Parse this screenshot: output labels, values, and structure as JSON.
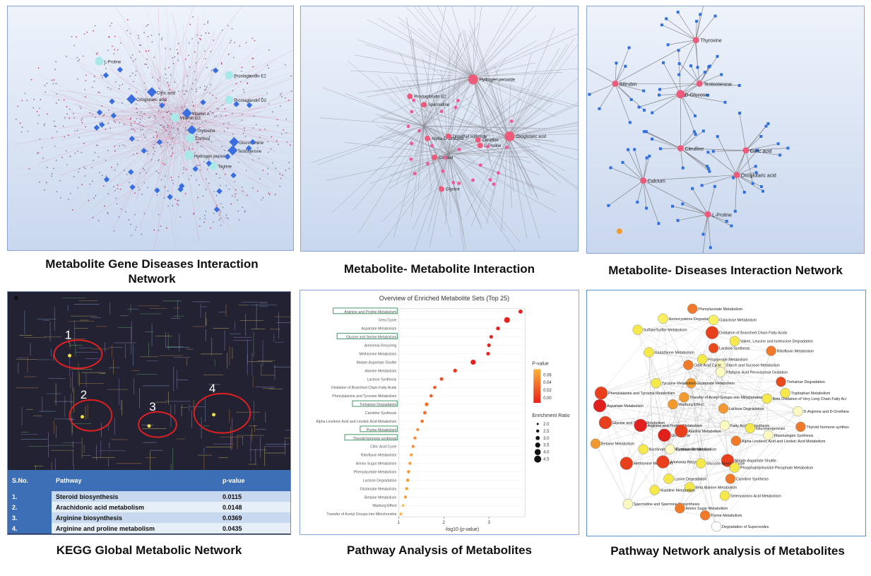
{
  "captions": {
    "p1": "Metabolite Gene Diseases Interaction Network",
    "p2": "Metabolite- Metabolite Interaction",
    "p3": "Metabolite- Diseases Interaction Network",
    "p4": "KEGG Global Metabolic Network",
    "p5": "Pathway Analysis of Metabolites",
    "p6": "Pathway Network analysis of Metabolites"
  },
  "panel1_labels": [
    "L-Proline",
    "Citric acid",
    "Prostaglandin E2",
    "Oxoglutaric acid",
    "Prostaglandin D2",
    "Vitamin A",
    "Vitamin D3",
    "Thyroxine",
    "Cortisol",
    "Glucosamine",
    "Hydrogen peroxide",
    "Testosterone",
    "Taurine"
  ],
  "panel2_labels": [
    "Hydrogen peroxide",
    "Prostaglandin E2",
    "Spermidine",
    "Oxoglutaric acid",
    "Alpha-D-Glucose",
    "Dimethyl sulfoxide",
    "Citrulline",
    "L-Proline",
    "Cortisol",
    "Glycine"
  ],
  "panel3_labels": [
    "Thyroxine",
    "Bilirubin",
    "Testosterone",
    "D-Glucose",
    "Citrulline",
    "Citric acid",
    "Oxoglutaric acid",
    "Calcium",
    "L-Proline"
  ],
  "kegg": {
    "region_numbers": [
      "1",
      "2",
      "3",
      "4"
    ],
    "table_headers": [
      "S.No.",
      "Pathway",
      "p-value"
    ],
    "rows": [
      {
        "sno": "1.",
        "pathway": "Steroid biosynthesis",
        "p": "0.0115"
      },
      {
        "sno": "2.",
        "pathway": "Arachidonic acid metabolism",
        "p": "0.0148"
      },
      {
        "sno": "3.",
        "pathway": "Arginine biosynthesis",
        "p": "0.0369"
      },
      {
        "sno": "4.",
        "pathway": "Arginine and proline metabolism",
        "p": "0.0435"
      }
    ]
  },
  "chart_data": {
    "type": "scatter",
    "title": "Overview of Enriched Metabolite Sets (Top 25)",
    "xlabel": "-log10 (p-value)",
    "ylabel": "",
    "xticks": [
      "1",
      "2",
      "3"
    ],
    "xlim": [
      1,
      3.8
    ],
    "legend_pvalue_title": "P-value",
    "legend_pvalue_ticks": [
      "0.06",
      "0.04",
      "0.02",
      "0.00"
    ],
    "legend_ratio_title": "Enrichment Ratio",
    "legend_ratio_ticks": [
      "2.0",
      "2.5",
      "3.0",
      "3.5",
      "4.0",
      "4.5"
    ],
    "categories": [
      "Arginine and Proline Metabolism",
      "Urea Cycle",
      "Aspartate Metabolism",
      "Glycine and Serine Metabolism",
      "Ammonia Recycling",
      "Methionine Metabolism",
      "Malate-Aspartate Shuttle",
      "Alanine Metabolism",
      "Lactose Synthesis",
      "Oxidation of Branched Chain Fatty Acids",
      "Phenylalanine and Tyrosine Metabolism",
      "Trehalose Degradation",
      "Carnitine Synthesis",
      "Alpha Linolenic Acid and Linoleic Acid Metabolism",
      "Purine Metabolism",
      "Thyroid hormone synthesis",
      "Citric Acid Cycle",
      "Riboflavin Metabolism",
      "Amino Sugar Metabolism",
      "Phenylacetate Metabolism",
      "Lactose Degradation",
      "Glutamate Metabolism",
      "Betaine Metabolism",
      "Warburg Effect",
      "Transfer of Acetyl Groups into Mitochondria"
    ],
    "x": [
      3.7,
      3.4,
      3.2,
      3.05,
      3.0,
      2.98,
      2.65,
      2.25,
      1.95,
      1.8,
      1.72,
      1.62,
      1.58,
      1.52,
      1.42,
      1.36,
      1.32,
      1.28,
      1.25,
      1.22,
      1.2,
      1.18,
      1.15,
      1.1,
      1.05
    ],
    "size": [
      3.2,
      4.5,
      3.0,
      2.8,
      2.8,
      2.8,
      4.0,
      3.0,
      2.8,
      2.6,
      2.6,
      3.0,
      2.8,
      2.6,
      2.2,
      2.4,
      2.3,
      2.4,
      2.4,
      2.6,
      2.6,
      2.4,
      2.4,
      2.0,
      2.2
    ],
    "pvalue": [
      0.0,
      0.0,
      0.0,
      0.0,
      0.0,
      0.0,
      0.0,
      0.01,
      0.02,
      0.03,
      0.03,
      0.04,
      0.04,
      0.04,
      0.05,
      0.05,
      0.05,
      0.06,
      0.06,
      0.06,
      0.06,
      0.06,
      0.06,
      0.07,
      0.07
    ],
    "boxed": [
      "Arginine and Proline Metabolism",
      "Glycine and Serine Metabolism",
      "Trehalose Degradation",
      "Purine Metabolism",
      "Thyroid hormone synthesis"
    ],
    "colors": {
      "high": "#e8201c",
      "low": "#fbb33a"
    }
  },
  "panel6_nodes": [
    {
      "label": "Phenylacetate Metabolism",
      "c": "#f07a2a"
    },
    {
      "label": "Homocysteine Degradation",
      "c": "#f8f060"
    },
    {
      "label": "Galactose Metabolism",
      "c": "#f8f060"
    },
    {
      "label": "Sulfate/Sulfite Metabolism",
      "c": "#f4e84a"
    },
    {
      "label": "Oxidation of Branched Chain Fatty Acids",
      "c": "#e8401c"
    },
    {
      "label": "Valine, Leucine and Isoleucine Degradation",
      "c": "#f4e84a"
    },
    {
      "label": "Lactose Synthesis",
      "c": "#e84a1c"
    },
    {
      "label": "Riboflavin Metabolism",
      "c": "#f07a2a"
    },
    {
      "label": "Glutathione Metabolism",
      "c": "#f4e84a"
    },
    {
      "label": "Propanoate Metabolism",
      "c": "#f4e84a"
    },
    {
      "label": "Starch and Sucrose Metabolism",
      "c": "#fcfac0"
    },
    {
      "label": "Citric Acid Cycle",
      "c": "#f07a2a"
    },
    {
      "label": "Phytanic Acid Peroxisomal Oxidation",
      "c": "#fcfac0"
    },
    {
      "label": "Glutamate Metabolism",
      "c": "#f29a30"
    },
    {
      "label": "Trehalose Degradation",
      "c": "#e84a1c"
    },
    {
      "label": "Tyrosine Metabolism",
      "c": "#f4e84a"
    },
    {
      "label": "Tryptophan Metabolism",
      "c": "#f4e84a"
    },
    {
      "label": "Transfer of Acetyl Groups into Mitochondria",
      "c": "#f29a30"
    },
    {
      "label": "Phenylalanine and Tyrosine Metabolism",
      "c": "#e8401c"
    },
    {
      "label": "Beta Oxidation of Very Long Chain Fatty Aci",
      "c": "#f4e84a"
    },
    {
      "label": "Aspartate Metabolism",
      "c": "#e0201c"
    },
    {
      "label": "Warburg Effect",
      "c": "#f29a30"
    },
    {
      "label": "Lactose Degradation",
      "c": "#f29a30"
    },
    {
      "label": "D-Arginine and D-Ornithine",
      "c": "#fcfac0"
    },
    {
      "label": "Glycine and Serine Metabolism",
      "c": "#e8401c"
    },
    {
      "label": "Arginine and Proline Metabolism",
      "c": "#e0201c"
    },
    {
      "label": "Fatty Acid Biosynthesis",
      "c": "#fcfac0"
    },
    {
      "label": "Thyroid hormone synthes",
      "c": "#f07a2a"
    },
    {
      "label": "Urea Cycle",
      "c": "#e0201c"
    },
    {
      "label": "Alanine Metabolism",
      "c": "#e8401c"
    },
    {
      "label": "Gluconeogenesis",
      "c": "#f4e84a"
    },
    {
      "label": "Plasmalogen Synthesis",
      "c": "#fcfac0"
    },
    {
      "label": "Betaine Metabolism",
      "c": "#f29a30"
    },
    {
      "label": "Nicotinate and Nicotinamide Metabolism",
      "c": "#f4e84a"
    },
    {
      "label": "Cysteine Metabolism",
      "c": "#fcfac0"
    },
    {
      "label": "Alpha Linolenic Acid and Linoleic Acid Metabolism",
      "c": "#f07a2a"
    },
    {
      "label": "Methionine Metabolism",
      "c": "#e8401c"
    },
    {
      "label": "Ammonia Recycling",
      "c": "#e8401c"
    },
    {
      "label": "Malate-Aspartate Shuttle",
      "c": "#e8401c"
    },
    {
      "label": "Glucose-Alanine Cycle",
      "c": "#f4e84a"
    },
    {
      "label": "Phosphatidylinositol Phosphate Metabolism",
      "c": "#f4e84a"
    },
    {
      "label": "Lysine Degradation",
      "c": "#f4e84a"
    },
    {
      "label": "Carnitine Synthesis",
      "c": "#f07a2a"
    },
    {
      "label": "Beta Alanine Metabolism",
      "c": "#f4e84a"
    },
    {
      "label": "Histidine Metabolism",
      "c": "#f4e84a"
    },
    {
      "label": "Selenoamino Acid Metabolism",
      "c": "#f4e84a"
    },
    {
      "label": "Spermidine and Spermine Biosynthesis",
      "c": "#fcfac0"
    },
    {
      "label": "Amino Sugar Metabolism",
      "c": "#f07a2a"
    },
    {
      "label": "Purine Metabolism",
      "c": "#f07a2a"
    },
    {
      "label": "Degradation of Superoxides",
      "c": "#ffffff"
    }
  ]
}
